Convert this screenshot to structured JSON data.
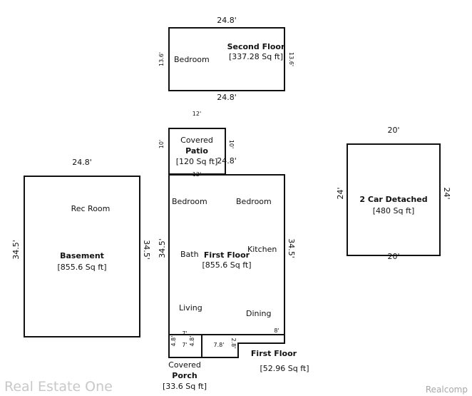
{
  "second_floor": {
    "title": "Second Floor",
    "area": "[337.28 Sq ft]",
    "room": "Bedroom",
    "dim_top": "24.8'",
    "dim_bottom": "24.8'",
    "dim_left": "13.6'",
    "dim_right": "13.6'"
  },
  "patio": {
    "covered": "Covered",
    "title": "Patio",
    "area": "[120 Sq ft]",
    "dim_top": "12'",
    "dim_left": "10'",
    "dim_right": "10'",
    "dim_bottom": "12'"
  },
  "first_floor": {
    "title": "First Floor",
    "area": "[855.6 Sq ft]",
    "rooms": [
      "Bedroom",
      "Bedroom",
      "Bath",
      "Kitchen",
      "Living",
      "Dining"
    ],
    "dim_top": "24.8'",
    "dim_left": "34.5'",
    "dim_right": "34.5'"
  },
  "basement": {
    "title": "Basement",
    "area": "[855.6 Sq ft]",
    "room": "Rec Room",
    "dim_top": "24.8'",
    "dim_left": "34.5'",
    "dim_right": "34.5'"
  },
  "garage": {
    "title": "2 Car Detached",
    "area": "[480 Sq ft]",
    "dim_top": "20'",
    "dim_bottom": "20'",
    "dim_left": "24'",
    "dim_right": "24'"
  },
  "porch": {
    "covered": "Covered",
    "title": "Porch",
    "area": "[33.6 Sq ft]",
    "dim_left": "4.8'",
    "dim_bottom": "7'",
    "dim_right": "4.8'",
    "dim_top": "7'"
  },
  "first_floor_ext": {
    "title": "First Floor",
    "area": "[52.96 Sq ft]",
    "dim_bottom": "7.8'",
    "dim_side": "2.8'",
    "dim_right": "8'"
  },
  "watermark": {
    "left": "Real Estate One",
    "right": "Realcomp"
  }
}
